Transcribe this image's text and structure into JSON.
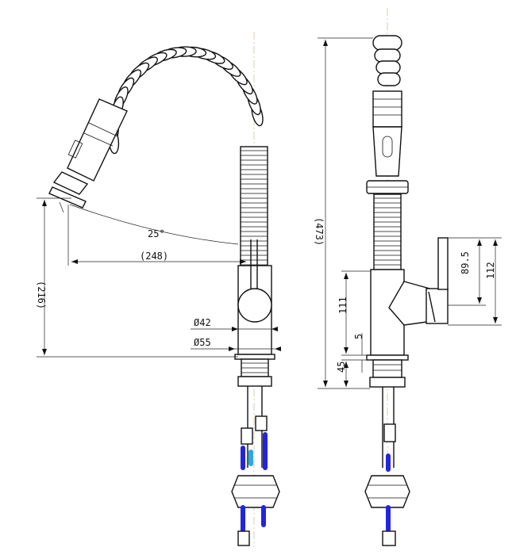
{
  "colors": {
    "line": "#111111",
    "centerline": "#c8b89a",
    "hose_blue": "#2424e0",
    "hose_cyan": "#2aa8e8"
  },
  "side_view": {
    "angle_label": "25°",
    "reach_label": "(248)",
    "spout_height_label": "(216)",
    "diameter_body_label": "Ø42",
    "diameter_base_label": "Ø55"
  },
  "front_view": {
    "total_height_label": "(473)",
    "handle_upper_label": "89.5",
    "handle_lower_label": "112",
    "body_height_label": "111",
    "gap_label": "5",
    "base_label": "45"
  }
}
